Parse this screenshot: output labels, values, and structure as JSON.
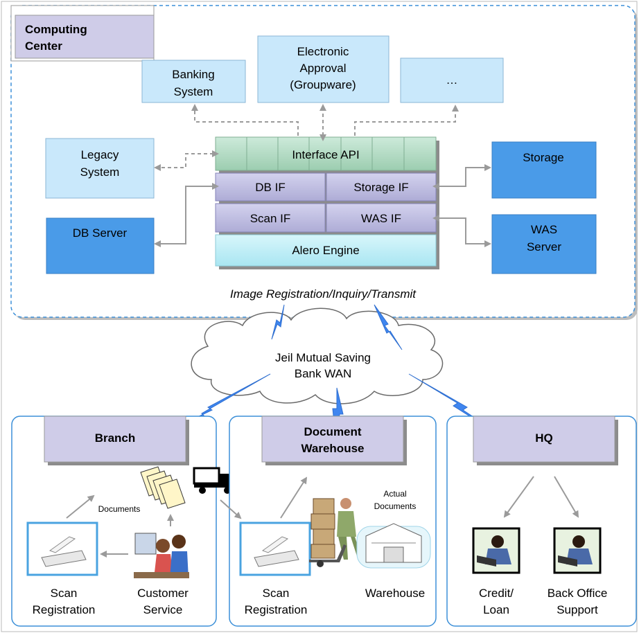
{
  "computing_center": {
    "title_line1": "Computing",
    "title_line2": "Center",
    "caption": "Image Registration/Inquiry/Transmit"
  },
  "systems": {
    "banking_line1": "Banking",
    "banking_line2": "System",
    "approval_line1": "Electronic",
    "approval_line2": "Approval",
    "approval_line3": "(Groupware)",
    "more": "…",
    "legacy_line1": "Legacy",
    "legacy_line2": "System",
    "db_server": "DB Server",
    "storage": "Storage",
    "was_line1": "WAS",
    "was_line2": "Server"
  },
  "engine": {
    "interface_api": "Interface API",
    "db_if": "DB IF",
    "storage_if": "Storage IF",
    "scan_if": "Scan IF",
    "was_if": "WAS IF",
    "alero": "Alero Engine"
  },
  "wan": {
    "line1": "Jeil Mutual Saving",
    "line2": "Bank WAN"
  },
  "branch": {
    "title": "Branch",
    "documents": "Documents",
    "scan_line1": "Scan",
    "scan_line2": "Registration",
    "cs_line1": "Customer",
    "cs_line2": "Service"
  },
  "warehouse": {
    "title_line1": "Document",
    "title_line2": "Warehouse",
    "actual_line1": "Actual",
    "actual_line2": "Documents",
    "scan_line1": "Scan",
    "scan_line2": "Registration",
    "warehouse": "Warehouse"
  },
  "hq": {
    "title": "HQ",
    "credit_line1": "Credit/",
    "credit_line2": "Loan",
    "bo_line1": "Back Office",
    "bo_line2": "Support"
  },
  "colors": {
    "light_box": "#c9e8fb",
    "dark_box": "#4a9be8",
    "interface_green": "#b6dcc4",
    "if_purple": "#bcbbe0",
    "engine_cyan": "#bff0f8",
    "title_box": "#cfcce8",
    "frame_blue": "#3b8fd8",
    "bolt_blue": "#3f86f0"
  }
}
